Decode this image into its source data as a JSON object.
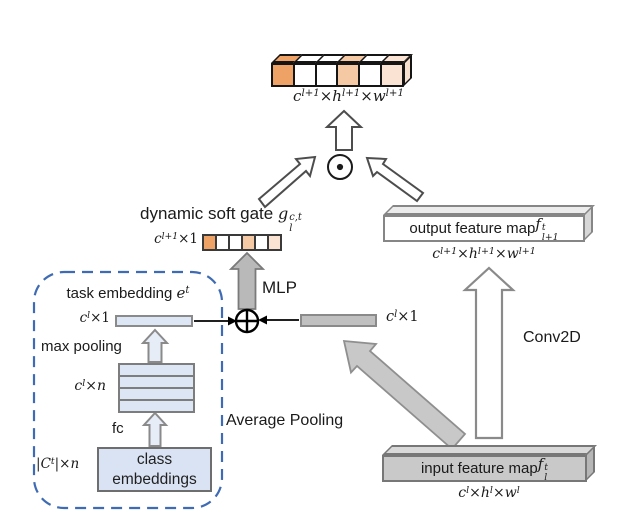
{
  "figure": {
    "tensor_cells": [
      "#eea266",
      "#ffffff",
      "#ffffff",
      "#f4c9a3",
      "#ffffff",
      "#fae3d3"
    ],
    "gate_cells": [
      "#eea266",
      "#ffffff",
      "#ffffff",
      "#f4c9a3",
      "#ffffff",
      "#fae3d3"
    ],
    "side_face_color": "#f8e0cf",
    "dashed_box_color": "#3f6bb5",
    "light_blue_fill": "#dce6f4",
    "gray_fill": "#c0c0c0"
  },
  "labels": {
    "gate_text": "dynamic soft gate ",
    "mlp": "MLP",
    "task_embedding_text": "task embedding ",
    "max_pooling": "max pooling",
    "fc": "fc",
    "class_line1": "class",
    "class_line2": "embeddings",
    "average_pooling": "Average Pooling",
    "conv2d": "Conv2D",
    "output_map_text": "output feature map ",
    "input_map_text": "input feature map "
  },
  "math": {
    "dims_top": [
      [
        "i",
        "c"
      ],
      [
        "sup",
        "l+1"
      ],
      [
        "n",
        "×"
      ],
      [
        "i",
        "h"
      ],
      [
        "sup",
        "l+1"
      ],
      [
        "n",
        "×"
      ],
      [
        "i",
        "w"
      ],
      [
        "sup",
        "l+1"
      ]
    ],
    "gate_symbol": [
      [
        "i",
        "g"
      ],
      [
        "ss",
        "c,t",
        "l"
      ]
    ],
    "gate_dims": [
      [
        "i",
        "c"
      ],
      [
        "sup",
        "l+1"
      ],
      [
        "n",
        "×1"
      ]
    ],
    "task_e": [
      [
        "i",
        "e"
      ],
      [
        "sup",
        "t"
      ]
    ],
    "cl1_left": [
      [
        "i",
        "c"
      ],
      [
        "sup",
        "l"
      ],
      [
        "n",
        "×1"
      ]
    ],
    "cln": [
      [
        "i",
        "c"
      ],
      [
        "sup",
        "l"
      ],
      [
        "n",
        "×"
      ],
      [
        "i",
        "n"
      ]
    ],
    "ctn": [
      [
        "n",
        "|"
      ],
      [
        "i",
        "C"
      ],
      [
        "sup",
        "t"
      ],
      [
        "n",
        "|×"
      ],
      [
        "i",
        "n"
      ]
    ],
    "cl1_right": [
      [
        "i",
        "c"
      ],
      [
        "sup",
        "l"
      ],
      [
        "n",
        "×1"
      ]
    ],
    "out_symbol": [
      [
        "i",
        "f"
      ],
      [
        "ss",
        "t",
        "l+1"
      ]
    ],
    "out_dims": [
      [
        "i",
        "c"
      ],
      [
        "sup",
        "l+1"
      ],
      [
        "n",
        "×"
      ],
      [
        "i",
        "h"
      ],
      [
        "sup",
        "l+1"
      ],
      [
        "n",
        "×"
      ],
      [
        "i",
        "w"
      ],
      [
        "sup",
        "l+1"
      ]
    ],
    "in_symbol": [
      [
        "i",
        "f"
      ],
      [
        "ss",
        "t",
        "l"
      ]
    ],
    "in_dims": [
      [
        "i",
        "c"
      ],
      [
        "sup",
        "l"
      ],
      [
        "n",
        "×"
      ],
      [
        "i",
        "h"
      ],
      [
        "sup",
        "l"
      ],
      [
        "n",
        "×"
      ],
      [
        "i",
        "w"
      ],
      [
        "sup",
        "l"
      ]
    ]
  }
}
